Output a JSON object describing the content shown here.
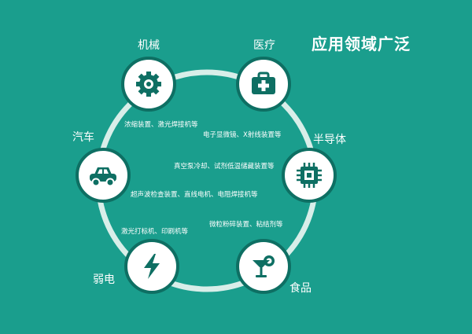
{
  "title": "应用领域广泛",
  "colors": {
    "background": "#1a9e8d",
    "ring": "#d8eee9",
    "node_border": "#0e6f63",
    "icon": "#0e6f63"
  },
  "nodes": [
    {
      "id": "machinery",
      "label": "机械",
      "icon": "gear-icon"
    },
    {
      "id": "medical",
      "label": "医疗",
      "icon": "medical-kit-icon"
    },
    {
      "id": "semiconductor",
      "label": "半导体",
      "icon": "chip-icon"
    },
    {
      "id": "food",
      "label": "食品",
      "icon": "cocktail-icon"
    },
    {
      "id": "weak-current",
      "label": "弱电",
      "icon": "lightning-icon"
    },
    {
      "id": "automotive",
      "label": "汽车",
      "icon": "car-icon"
    }
  ],
  "descriptions": [
    "浓缩装置、激光焊接机等",
    "电子显微镜、X射线装置等",
    "真空泵冷却、试剂低温储藏装置等",
    "超声波检查装置、直线电机、电阻焊接机等",
    "微粒粉碎装置、粘结剂等",
    "激光打标机、印刷机等"
  ]
}
